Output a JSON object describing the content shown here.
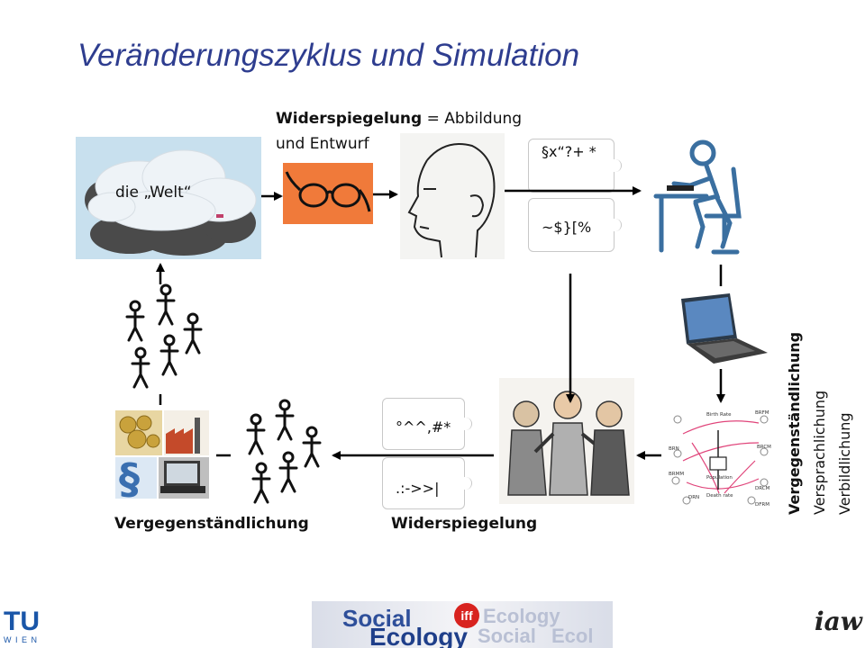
{
  "title": "Veränderungszyklus und Simulation",
  "top_label": {
    "bold": "Widerspiegelung",
    "rest_line1": " = Abbildung",
    "line2": "und Entwurf"
  },
  "world_label": "die „Welt“",
  "bubbles": {
    "top1": "§x“?+ *",
    "top2": "~$}[%",
    "bottom1": "°^^,#*",
    "bottom2": ".:->>|"
  },
  "vertical_labels": {
    "bold": "Vergegenständlichung",
    "line2": "Versprachlichung",
    "line3": "Verbildlichung"
  },
  "bottom_labels": {
    "left": "Vergegenständlichung",
    "right": "Widerspiegelung"
  },
  "model_labels": {
    "birth_rate": "Birth Rate",
    "population": "Population",
    "death_rate": "Death rate",
    "brfm": "BRFM",
    "brn": "BRN",
    "brmm": "BRMM",
    "brcm": "BRCM",
    "drn": "DRN",
    "drcm": "DRCM",
    "dfrm": "DFRM"
  },
  "footer": {
    "tu": "TU",
    "wien": "W I E N",
    "center_words": [
      "Social",
      "Ecology",
      "iff",
      "Ecology",
      "Social",
      "Ecol"
    ],
    "iaw": "iaw"
  },
  "colors": {
    "title": "#2e3d8f",
    "glasses_bg": "#f07a3a",
    "arrow": "#000000",
    "model_pink": "#e0447a"
  }
}
